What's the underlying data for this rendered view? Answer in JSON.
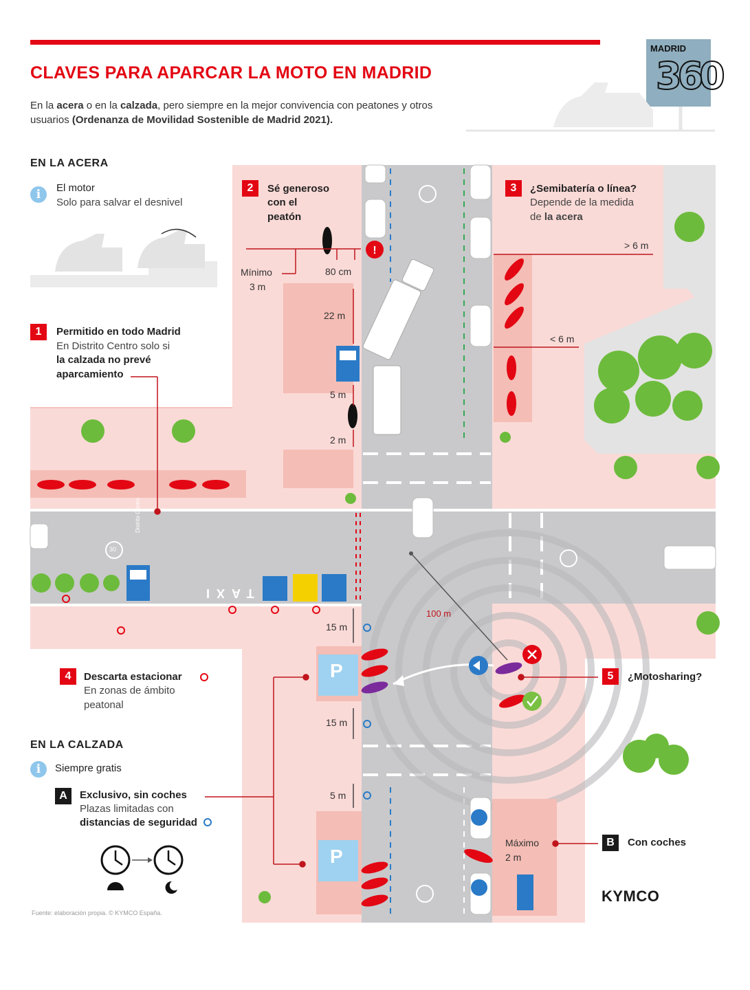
{
  "header": {
    "title": "CLAVES PARA APARCAR LA MOTO EN MADRID",
    "intro_1": "En la ",
    "intro_acera": "acera",
    "intro_2": " o en la ",
    "intro_calzada": "calzada",
    "intro_3": ", pero siempre en la mejor convivencia con peatones y otros usuarios ",
    "intro_ordenanza": "(Ordenanza de Movilidad Sostenible de Madrid 2021).",
    "logo_text": "MADRID",
    "logo_number": "360"
  },
  "sections": {
    "acera": "EN LA ACERA",
    "calzada": "EN LA CALZADA"
  },
  "info_motor": {
    "title": "El motor",
    "text": "Solo para salvar el desnivel"
  },
  "info_gratis": {
    "title": "Siempre gratis"
  },
  "item1": {
    "num": "1",
    "title": "Permitido en todo Madrid",
    "line1": "En Distrito Centro solo si",
    "line2": "la calzada no prevé",
    "line3": "aparcamiento"
  },
  "item2": {
    "num": "2",
    "line1": "Sé generoso",
    "line2": "con el",
    "line3": "peatón"
  },
  "item3": {
    "num": "3",
    "title": "¿Semibatería o línea?",
    "line1": "Depende de la medida",
    "line2_a": "de ",
    "line2_b": "la acera"
  },
  "item4": {
    "num": "4",
    "title": "Descarta estacionar",
    "line1": "En zonas de ámbito",
    "line2": "peatonal"
  },
  "item5": {
    "num": "5",
    "title": "¿Motosharing?"
  },
  "itemA": {
    "num": "A",
    "title": "Exclusivo, sin coches",
    "line1": "Plazas limitadas con",
    "line2": "distancias de seguridad"
  },
  "itemB": {
    "num": "B",
    "title": "Con coches"
  },
  "measures": {
    "minimo": "Mínimo",
    "minimo_val": "3 m",
    "cm80": "80 cm",
    "m22": "22 m",
    "m5a": "5 m",
    "m2": "2 m",
    "gt6": "> 6 m",
    "lt6": "< 6 m",
    "m15a": "15 m",
    "m15b": "15 m",
    "m5b": "5 m",
    "m100": "100 m",
    "maximo": "Máximo",
    "maximo_val": "2 m"
  },
  "map_labels": {
    "distrito": "Distrito Centro",
    "taxi": "TAXI",
    "speed": "30"
  },
  "footer": {
    "source": "Fuente: elaboración propia. © KYMCO España.",
    "brand": "KYMCO"
  },
  "colors": {
    "red": "#e30613",
    "pink": "#fadad7",
    "road": "#c9c9cb",
    "blue_sign": "#2a7ac7",
    "light_blue": "#9fd2f0",
    "purple": "#7b2a9c"
  }
}
